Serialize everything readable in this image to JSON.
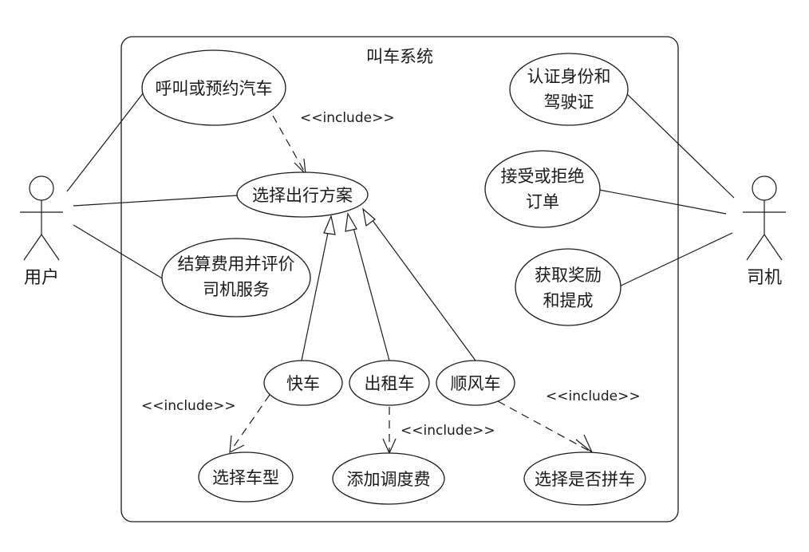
{
  "diagram": {
    "system_title": "叫车系统",
    "actors": {
      "user": "用户",
      "driver": "司机"
    },
    "use_cases": {
      "call_or_book": "呼叫或预约汽车",
      "choose_plan": "选择出行方案",
      "settle_and_rate": [
        "结算费用并评价",
        "司机服务"
      ],
      "verify_identity": [
        "认证身份和",
        "驾驶证"
      ],
      "accept_or_reject": [
        "接受或拒绝",
        "订单"
      ],
      "reward_commission": [
        "获取奖励",
        "和提成"
      ],
      "express": "快车",
      "taxi": "出租车",
      "hitch": "顺风车",
      "choose_model": "选择车型",
      "add_dispatch_fee": "添加调度费",
      "choose_carpool": "选择是否拼车"
    },
    "relations": {
      "include_1": "<<include>>",
      "include_2": "<<include>>",
      "include_3": "<<include>>",
      "include_4": "<<include>>"
    }
  }
}
